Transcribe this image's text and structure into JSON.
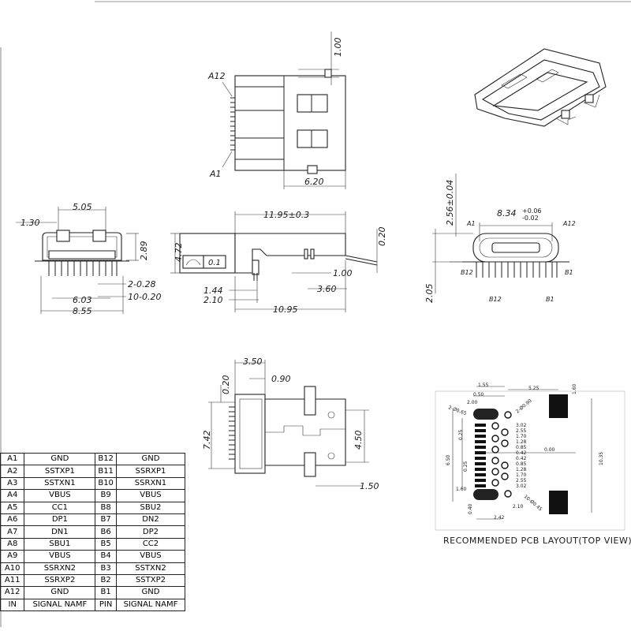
{
  "top_view": {
    "dims": [
      "1.00",
      "6.20"
    ],
    "pin_labels": [
      "A12",
      "A1"
    ]
  },
  "front_view": {
    "dims": [
      "5.05",
      "1.30",
      "2.89",
      "2-0.28",
      "6.03",
      "10-0.20",
      "8.55"
    ]
  },
  "side_view": {
    "dims": [
      "11.95±0.3",
      "0.20",
      "4.72",
      "0.1",
      "1.00",
      "1.44",
      "3.60",
      "2.10",
      "10.95"
    ]
  },
  "mating_view": {
    "dim_main": "2.56±0.04",
    "dim_width": "8.34",
    "tol_upper": "+0.06",
    "tol_lower": "-0.02",
    "dim_height": "2.05",
    "pin_labels": [
      "A1",
      "A12",
      "B12",
      "B1",
      "B12",
      "B1"
    ]
  },
  "bottom_view": {
    "dims": [
      "3.50",
      "0.90",
      "0.20",
      "7.42",
      "4.50",
      "1.50"
    ]
  },
  "pcb_layout": {
    "title": "RECOMMENDED PCB LAYOUT(TOP VIEW)",
    "dims_top": [
      "1.55",
      "0.50",
      "2.00",
      "5.25",
      "1.60",
      "2-Ø0.90",
      "2-Ø0.65"
    ],
    "dims_stack": [
      "3.02",
      "2.55",
      "1.70",
      "1.28",
      "0.85",
      "0.42",
      "0.42",
      "0.85",
      "1.28",
      "1.70",
      "2.55",
      "3.02"
    ],
    "dims_left": [
      "6.50",
      "0.25",
      "0.25"
    ],
    "dims_misc": [
      "0.00",
      "10.35",
      "1.60",
      "0.40",
      "2.10",
      "2.42",
      "10-Ø0.45"
    ]
  },
  "pin_table": {
    "rows": [
      [
        "A1",
        "GND",
        "B12",
        "GND"
      ],
      [
        "A2",
        "SSTXP1",
        "B11",
        "SSRXP1"
      ],
      [
        "A3",
        "SSTXN1",
        "B10",
        "SSRXN1"
      ],
      [
        "A4",
        "VBUS",
        "B9",
        "VBUS"
      ],
      [
        "A5",
        "CC1",
        "B8",
        "SBU2"
      ],
      [
        "A6",
        "DP1",
        "B7",
        "DN2"
      ],
      [
        "A7",
        "DN1",
        "B6",
        "DP2"
      ],
      [
        "A8",
        "SBU1",
        "B5",
        "CC2"
      ],
      [
        "A9",
        "VBUS",
        "B4",
        "VBUS"
      ],
      [
        "A10",
        "SSRXN2",
        "B3",
        "SSTXN2"
      ],
      [
        "A11",
        "SSRXP2",
        "B2",
        "SSTXP2"
      ],
      [
        "A12",
        "GND",
        "B1",
        "GND"
      ]
    ],
    "header": [
      "IN",
      "SIGNAL NAMF",
      "PIN",
      "SIGNAL NAMF"
    ]
  }
}
